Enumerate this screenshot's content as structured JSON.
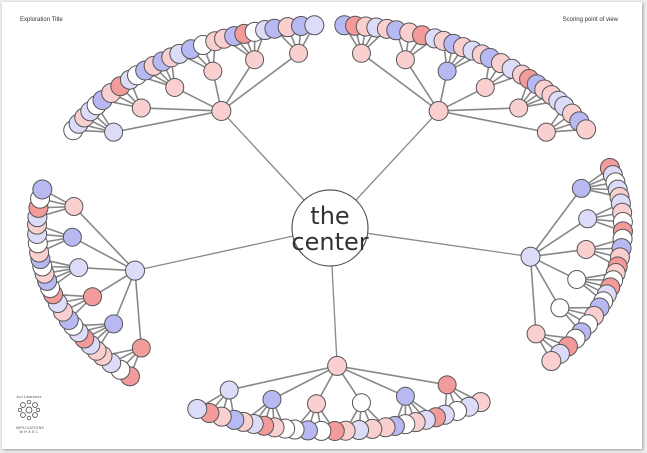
{
  "header": {
    "title": "Exploration Title",
    "point_of_view": "Scoring point of view"
  },
  "center": {
    "line1": "the",
    "line2": "center"
  },
  "logo": {
    "line1": "IMPLICATIONS",
    "line2": "W H E E L",
    "tagline": "Jon Lawrence"
  },
  "colors": {
    "positive": "#c8c8f5",
    "negative": "#f4a0a0",
    "neutral": "#ffffff",
    "edge": "#888888",
    "outline": "#555555"
  },
  "wheel": {
    "first_order": [
      {
        "id": "A",
        "tone": "negative-light",
        "second": [
          {
            "id": "A1",
            "tone": "positive-light",
            "third": [
              "neutral",
              "positive-light",
              "negative-light",
              "positive-light",
              "neutral"
            ]
          },
          {
            "id": "A2",
            "tone": "negative-light",
            "third": [
              "positive",
              "negative-light",
              "negative",
              "positive-light"
            ]
          },
          {
            "id": "A3",
            "tone": "negative-light",
            "third": [
              "neutral",
              "positive",
              "negative-light",
              "positive",
              "negative-light"
            ]
          },
          {
            "id": "A4",
            "tone": "negative-light",
            "third": [
              "positive-light",
              "positive",
              "neutral",
              "negative-light"
            ]
          },
          {
            "id": "A5",
            "tone": "negative-light",
            "third": [
              "negative-light",
              "positive",
              "negative",
              "neutral",
              "positive-light"
            ]
          },
          {
            "id": "A6",
            "tone": "negative-light",
            "third": [
              "positive",
              "negative-light",
              "positive",
              "positive-light"
            ]
          }
        ]
      },
      {
        "id": "B",
        "tone": "negative-light",
        "second": [
          {
            "id": "B1",
            "tone": "negative-light",
            "third": [
              "positive",
              "negative",
              "negative-light",
              "positive-light",
              "negative-light"
            ]
          },
          {
            "id": "B2",
            "tone": "negative-light",
            "third": [
              "positive",
              "negative-light",
              "negative",
              "positive-light"
            ]
          },
          {
            "id": "B3",
            "tone": "positive",
            "third": [
              "negative-light",
              "positive",
              "negative-light",
              "positive-light",
              "negative-light"
            ]
          },
          {
            "id": "B4",
            "tone": "negative-light",
            "third": [
              "positive",
              "negative-light",
              "positive-light",
              "negative-light"
            ]
          },
          {
            "id": "B5",
            "tone": "negative-light",
            "third": [
              "negative",
              "positive",
              "negative-light",
              "negative-light",
              "positive-light"
            ]
          },
          {
            "id": "B6",
            "tone": "negative-light",
            "third": [
              "positive-light",
              "negative-light",
              "positive",
              "negative-light"
            ]
          }
        ]
      },
      {
        "id": "C",
        "tone": "positive-light",
        "second": [
          {
            "id": "C1",
            "tone": "positive",
            "third": [
              "negative",
              "positive-light",
              "neutral",
              "positive-light",
              "negative-light"
            ]
          },
          {
            "id": "C2",
            "tone": "positive-light",
            "third": [
              "positive-light",
              "negative-light",
              "neutral",
              "negative"
            ]
          },
          {
            "id": "C3",
            "tone": "negative-light",
            "third": [
              "neutral",
              "positive",
              "negative-light",
              "negative"
            ]
          },
          {
            "id": "C4",
            "tone": "neutral",
            "third": [
              "negative-light",
              "neutral",
              "negative",
              "positive-light",
              "neutral"
            ]
          },
          {
            "id": "C5",
            "tone": "neutral",
            "third": [
              "positive",
              "negative-light",
              "neutral",
              "positive"
            ]
          },
          {
            "id": "C6",
            "tone": "negative-light",
            "third": [
              "neutral",
              "negative",
              "positive-light",
              "negative-light"
            ]
          }
        ]
      },
      {
        "id": "D",
        "tone": "negative-light",
        "second": [
          {
            "id": "D1",
            "tone": "negative",
            "third": [
              "negative-light",
              "positive-light",
              "neutral",
              "positive-light"
            ]
          },
          {
            "id": "D2",
            "tone": "positive",
            "third": [
              "negative",
              "positive-light",
              "negative-light",
              "neutral",
              "positive"
            ]
          },
          {
            "id": "D3",
            "tone": "neutral",
            "third": [
              "negative-light",
              "negative-light",
              "positive-light",
              "negative-light"
            ]
          },
          {
            "id": "D4",
            "tone": "negative-light",
            "third": [
              "negative",
              "neutral",
              "positive",
              "neutral"
            ]
          },
          {
            "id": "D5",
            "tone": "positive",
            "third": [
              "neutral",
              "negative-light",
              "negative",
              "positive-light",
              "negative-light"
            ]
          },
          {
            "id": "D6",
            "tone": "positive-light",
            "third": [
              "positive",
              "negative-light",
              "negative",
              "positive-light"
            ]
          }
        ]
      },
      {
        "id": "E",
        "tone": "positive-light",
        "second": [
          {
            "id": "E1",
            "tone": "negative",
            "third": [
              "negative",
              "neutral",
              "positive-light",
              "negative-light"
            ]
          },
          {
            "id": "E2",
            "tone": "positive",
            "third": [
              "negative-light",
              "positive-light",
              "negative",
              "positive-light",
              "neutral"
            ]
          },
          {
            "id": "E3",
            "tone": "negative",
            "third": [
              "positive",
              "negative-light",
              "positive-light",
              "negative"
            ]
          },
          {
            "id": "E4",
            "tone": "positive-light",
            "third": [
              "neutral",
              "positive",
              "negative-light",
              "neutral",
              "positive"
            ]
          },
          {
            "id": "E5",
            "tone": "positive",
            "third": [
              "negative-light",
              "neutral",
              "positive-light",
              "negative-light"
            ]
          },
          {
            "id": "E6",
            "tone": "negative-light",
            "third": [
              "positive-light",
              "negative",
              "neutral",
              "positive"
            ]
          }
        ]
      }
    ]
  }
}
